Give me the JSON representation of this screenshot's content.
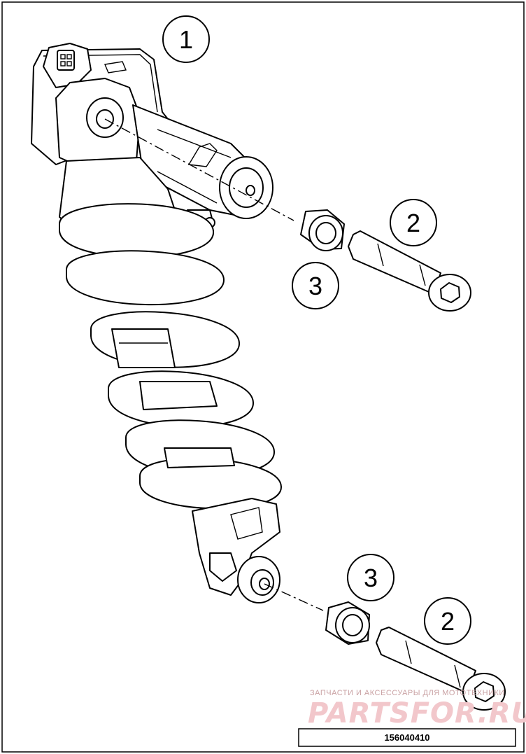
{
  "callouts": [
    {
      "id": "1"
    },
    {
      "id": "2"
    },
    {
      "id": "3"
    },
    {
      "id": "3"
    },
    {
      "id": "2"
    }
  ],
  "watermark": {
    "line1": "ЗАПЧАСТИ И АКСЕССУАРЫ ДЛЯ МОТОТЕХНИКИ",
    "line2": "PARTSFOR.RU"
  },
  "reference_number": "156040410"
}
